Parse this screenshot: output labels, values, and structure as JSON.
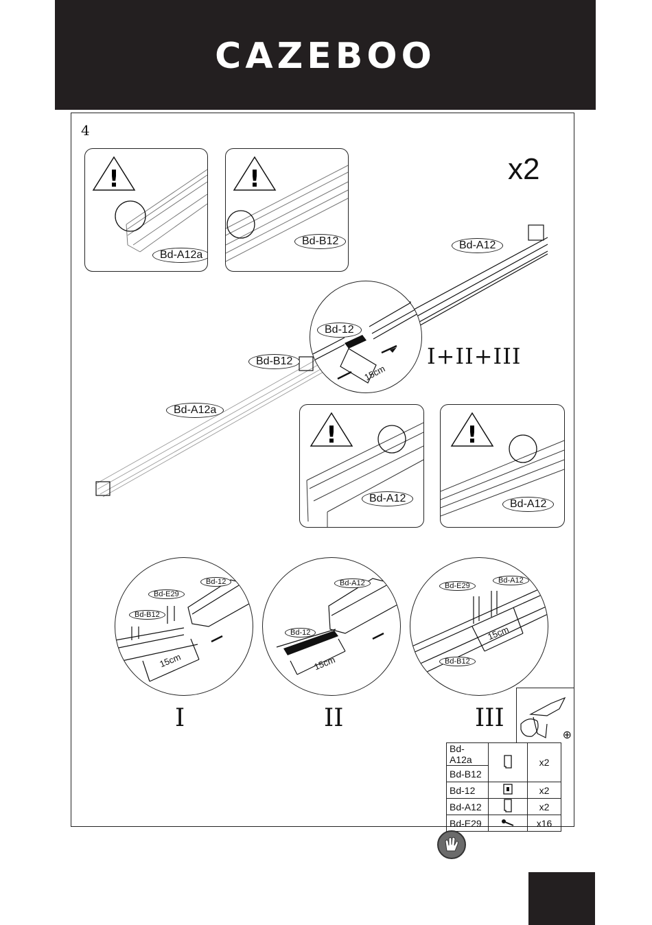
{
  "brand": {
    "name": "CAZEBOO"
  },
  "step": {
    "number": "4",
    "multiplier": "x2",
    "sequence_label": "I+II+III"
  },
  "details": [
    {
      "label": "Bd-A12a"
    },
    {
      "label": "Bd-B12"
    },
    {
      "label": "Bd-A12"
    },
    {
      "label": "Bd-A12"
    }
  ],
  "main": {
    "label_a12": "Bd-A12",
    "label_12": "Bd-12",
    "label_b12": "Bd-B12",
    "label_a12a": "Bd-A12a",
    "measure": "15cm"
  },
  "sub_steps": [
    {
      "roman": "I",
      "labels": {
        "e29": "Bd-E29",
        "b12": "Bd-B12",
        "p12": "Bd-12"
      },
      "measure": "15cm"
    },
    {
      "roman": "II",
      "labels": {
        "a12": "Bd-A12",
        "p12": "Bd-12"
      },
      "measure": "15cm"
    },
    {
      "roman": "III",
      "labels": {
        "e29": "Bd-E29",
        "a12": "Bd-A12",
        "b12": "Bd-B12"
      },
      "measure": "15cm"
    }
  ],
  "parts_table": [
    {
      "name": "Bd-A12a",
      "qty": "x2",
      "icon": "profile-icon"
    },
    {
      "name": "Bd-B12",
      "qty": "",
      "icon": "profile-icon"
    },
    {
      "name": "Bd-12",
      "qty": "x2",
      "icon": "connector-icon"
    },
    {
      "name": "Bd-A12",
      "qty": "x2",
      "icon": "profile-icon"
    },
    {
      "name": "Bd-E29",
      "qty": "x16",
      "icon": "screw-icon"
    }
  ],
  "tools": {
    "drill_icon": "drill-icon",
    "bit": "⊕",
    "gloves_icon": "gloves-icon"
  }
}
